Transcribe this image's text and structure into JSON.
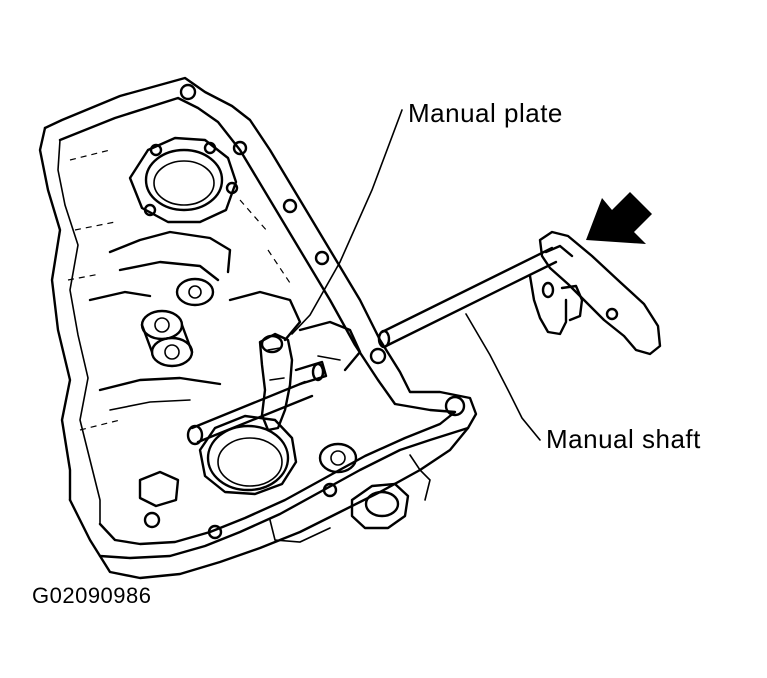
{
  "labels": {
    "manual_plate": "Manual plate",
    "manual_shaft": "Manual shaft"
  },
  "figure_code": "G02090986",
  "colors": {
    "ink": "#000000",
    "paper": "#ffffff"
  },
  "icons": {
    "direction_arrow": "arrow-down-left-icon"
  }
}
